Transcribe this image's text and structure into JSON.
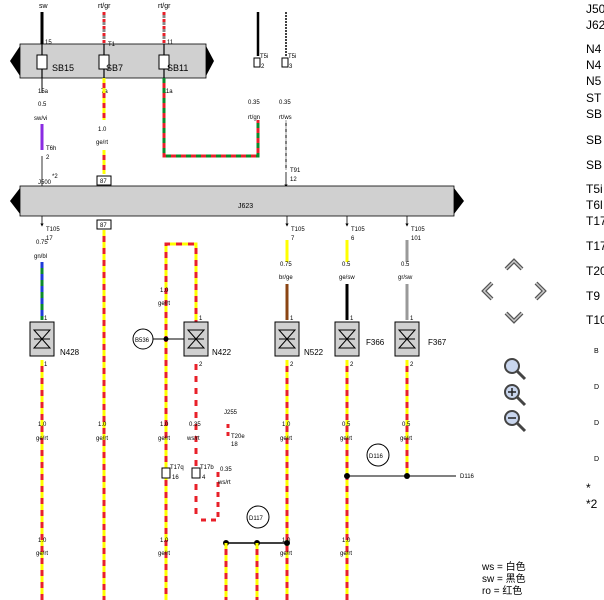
{
  "top_wire_labels": {
    "w1": "sw",
    "w2": "rt/gr",
    "w3": "rt/gr"
  },
  "fuses": {
    "sb15": {
      "label": "SB15",
      "pin_top": "15",
      "pin_bottom": "15a"
    },
    "sb7": {
      "label": "SB7",
      "pin_top": "T1",
      "pin_bottom": "7a"
    },
    "sb11": {
      "label": "SB11",
      "pin_top": "11",
      "pin_bottom": "11a"
    }
  },
  "t5_connectors": {
    "c1": {
      "label": "T5i",
      "pin": "2",
      "wire_size": "0.35",
      "wire_color": "rt/gn"
    },
    "c2": {
      "label": "T5i",
      "pin": "3",
      "wire_size": "0.35",
      "wire_color": "rt/ws"
    }
  },
  "t91": {
    "label": "T91",
    "pin": "12"
  },
  "left_branch": {
    "size": "0.5",
    "color": "sw/vi",
    "connector": "T6h",
    "pin": "2",
    "j500_label": "J500",
    "j500_note": "*2"
  },
  "center_branch": {
    "size": "1.0",
    "color": "ge/rt",
    "box_top": "87",
    "box_bottom": "87"
  },
  "module": {
    "label": "J623"
  },
  "lower_wires": {
    "n428": {
      "connector": "T105",
      "pin": "17",
      "size": "0.75",
      "color": "gn/bl"
    },
    "n522": {
      "connector": "T105",
      "pin": "7",
      "size": "0.75",
      "color": "br/ge"
    },
    "f366": {
      "connector": "T105",
      "pin": "6",
      "size": "0.5",
      "color": "ge/sw"
    },
    "f367": {
      "connector": "T105",
      "pin": "101",
      "size": "0.5",
      "color": "gr/sw"
    },
    "n422": {
      "size": "1.0",
      "color": "ge/rt"
    }
  },
  "components": {
    "n428": {
      "label": "N428",
      "pin1": "1",
      "pin2": "1"
    },
    "n422": {
      "label": "N422",
      "pin1": "1",
      "pin2": "2"
    },
    "n522": {
      "label": "N522",
      "pin1": "1",
      "pin2": "2"
    },
    "f366": {
      "label": "F366",
      "pin1": "1",
      "pin2": "2"
    },
    "f367": {
      "label": "F367",
      "pin1": "1",
      "pin2": "2"
    }
  },
  "b536": {
    "label": "B536"
  },
  "mid_labels": {
    "n428_bottom": {
      "size": "1.0",
      "color": "ge/rt"
    },
    "center_bottom": {
      "size": "1.0",
      "color": "ge/rt"
    },
    "n422_left": {
      "size": "1.0",
      "color": "ge/rt"
    },
    "n422_right": {
      "size": "0.35",
      "color": "ws/rt"
    },
    "n522_bottom": {
      "size": "1.0",
      "color": "ge/rt"
    },
    "f366_bottom": {
      "size": "0.5",
      "color": "ge/rt"
    },
    "f367_bottom": {
      "size": "0.5",
      "color": "ge/rt"
    }
  },
  "j255": {
    "label": "J255",
    "connector": "T20e",
    "pin": "18",
    "size": "0.35",
    "color": "ws/rt"
  },
  "t17": {
    "t17q": {
      "label": "T17q",
      "pin": "16"
    },
    "t17b": {
      "label": "T17b",
      "pin": "4"
    }
  },
  "d117": {
    "label": "D117"
  },
  "d116": {
    "label": "D116",
    "side_label": "D116"
  },
  "bottom_labels": {
    "n428": {
      "size": "1.0",
      "color": "ge/rt"
    },
    "n422": {
      "size": "1.0",
      "color": "ge/rt"
    },
    "n522": {
      "size": "1.0",
      "color": "ge/rt"
    },
    "f366": {
      "size": "1.0",
      "color": "ge/rt"
    }
  },
  "color_legend": [
    {
      "code": "ws",
      "sep": "=",
      "name": "白色"
    },
    {
      "code": "sw",
      "sep": "=",
      "name": "黑色"
    },
    {
      "code": "ro",
      "sep": "=",
      "name": "红色"
    }
  ],
  "right_legend": [
    {
      "text": "J50"
    },
    {
      "text": "J62"
    },
    {
      "text": "N4"
    },
    {
      "text": "N4"
    },
    {
      "text": "N5"
    },
    {
      "text": "ST"
    },
    {
      "text": "SB"
    },
    {
      "text": "SB"
    },
    {
      "text": "SB"
    },
    {
      "text": "T5i"
    },
    {
      "text": "T6l"
    },
    {
      "text": "T17"
    },
    {
      "text": "T17"
    },
    {
      "text": "T20"
    },
    {
      "text": "T9"
    },
    {
      "text": "T10"
    }
  ],
  "right_small_codes": [
    {
      "text": "B"
    },
    {
      "text": "D"
    },
    {
      "text": "D"
    },
    {
      "text": "D"
    }
  ],
  "right_notes": [
    {
      "text": "*"
    },
    {
      "text": "*2"
    }
  ],
  "colors": {
    "ge_rt_yellow": "#ffff00",
    "ge_rt_red": "#e8202a",
    "gray_rail": "#d0d0d0",
    "green": "#0a8a2a"
  }
}
